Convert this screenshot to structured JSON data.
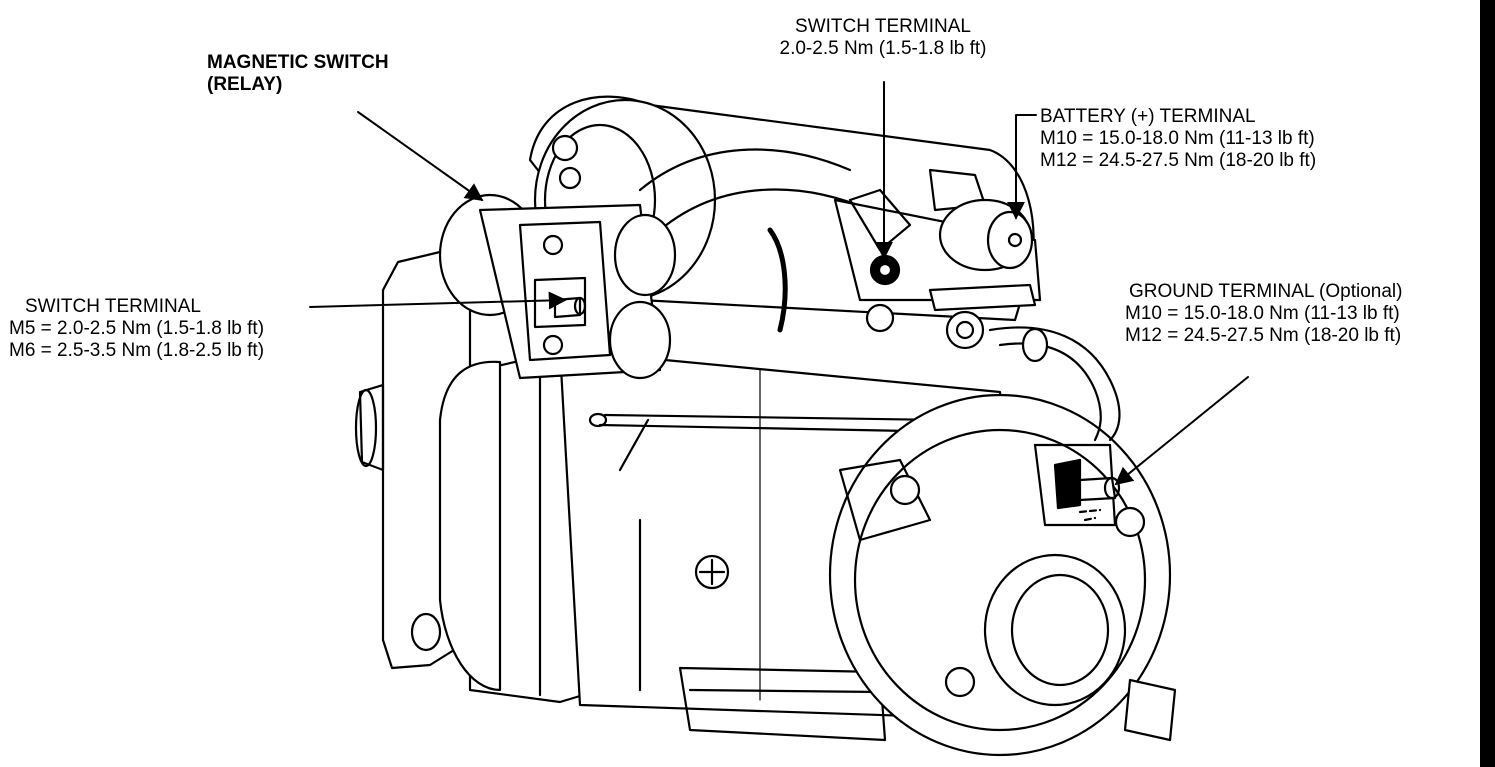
{
  "labels": {
    "magnetic_switch": {
      "line1": "MAGNETIC SWITCH",
      "line2": "(RELAY)"
    },
    "switch_terminal_top": {
      "line1": "SWITCH TERMINAL",
      "line2": "2.0-2.5 Nm (1.5-1.8 lb ft)"
    },
    "battery_terminal": {
      "line1": "BATTERY (+) TERMINAL",
      "line2": "M10 = 15.0-18.0 Nm (11-13 lb ft)",
      "line3": "M12 = 24.5-27.5 Nm (18-20 lb ft)"
    },
    "switch_terminal_left": {
      "line1": "SWITCH TERMINAL",
      "line2": "M5 = 2.0-2.5 Nm (1.5-1.8 lb ft)",
      "line3": "M6 = 2.5-3.5 Nm (1.8-2.5 lb ft)"
    },
    "ground_terminal": {
      "line1": "GROUND TERMINAL (Optional)",
      "line2": "M10 = 15.0-18.0 Nm (11-13 lb ft)",
      "line3": "M12 = 24.5-27.5 Nm (18-20 lb ft)"
    }
  },
  "colors": {
    "ink": "#000000",
    "paper": "#ffffff"
  }
}
